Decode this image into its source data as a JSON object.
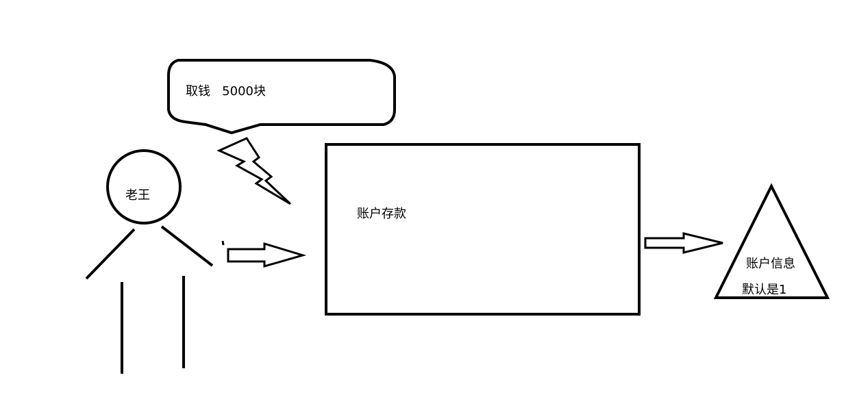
{
  "speech_bubble": {
    "text": "取钱   5000块"
  },
  "person": {
    "name": "老王"
  },
  "box": {
    "label": "账户存款"
  },
  "triangle": {
    "line1": "账户信息",
    "line2": "默认是1"
  },
  "colors": {
    "stroke": "#000000",
    "background": "#ffffff"
  }
}
